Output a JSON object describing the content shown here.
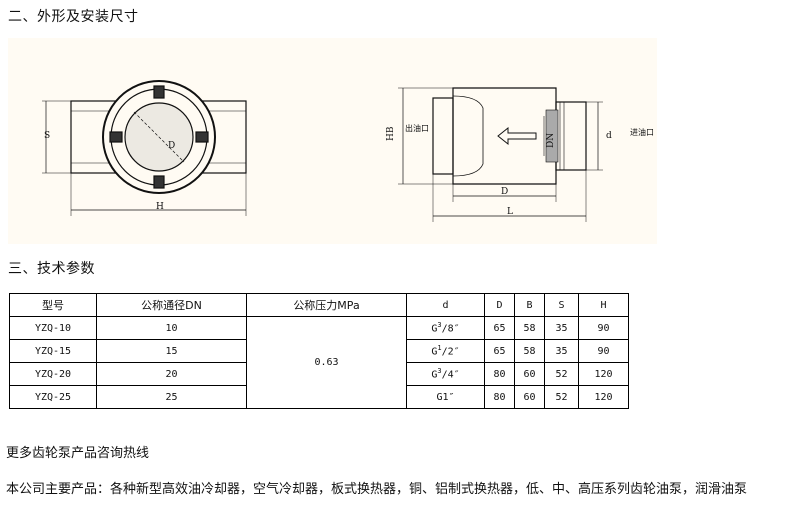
{
  "section_outline": "二、外形及安装尺寸",
  "section_params": "三、技术参数",
  "drawing": {
    "left_labels": {
      "s": "S",
      "d": "D",
      "h": "H"
    },
    "right_labels": {
      "outlet": "出油口",
      "inlet": "进油口",
      "hb": "HB",
      "dn": "DN",
      "d_small": "d",
      "d": "D",
      "l": "L"
    }
  },
  "table": {
    "headers": {
      "model": "型号",
      "dn": "公称通径DN",
      "pressure": "公称压力MPa",
      "d": "d",
      "D": "D",
      "B": "B",
      "S": "S",
      "H": "H"
    },
    "pressure": "0.63",
    "rows": [
      {
        "model": "YZQ-10",
        "dn": "10",
        "d_base": "G",
        "d_sup": "3",
        "d_rest": "/8″",
        "D": "65",
        "B": "58",
        "S": "35",
        "H": "90"
      },
      {
        "model": "YZQ-15",
        "dn": "15",
        "d_base": "G",
        "d_sup": "1",
        "d_rest": "/2″",
        "D": "65",
        "B": "58",
        "S": "35",
        "H": "90"
      },
      {
        "model": "YZQ-20",
        "dn": "20",
        "d_base": "G",
        "d_sup": "3",
        "d_rest": "/4″",
        "D": "80",
        "B": "60",
        "S": "52",
        "H": "120"
      },
      {
        "model": "YZQ-25",
        "dn": "25",
        "d_base": "G1″",
        "d_sup": "",
        "d_rest": "",
        "D": "80",
        "B": "60",
        "S": "52",
        "H": "120"
      }
    ]
  },
  "para1": "更多齿轮泵产品咨询热线",
  "para2": "本公司主要产品：各种新型高效油冷却器，空气冷却器，板式换热器，铜、铝制式换热器，低、中、高压系列齿轮油泵，润滑油泵"
}
